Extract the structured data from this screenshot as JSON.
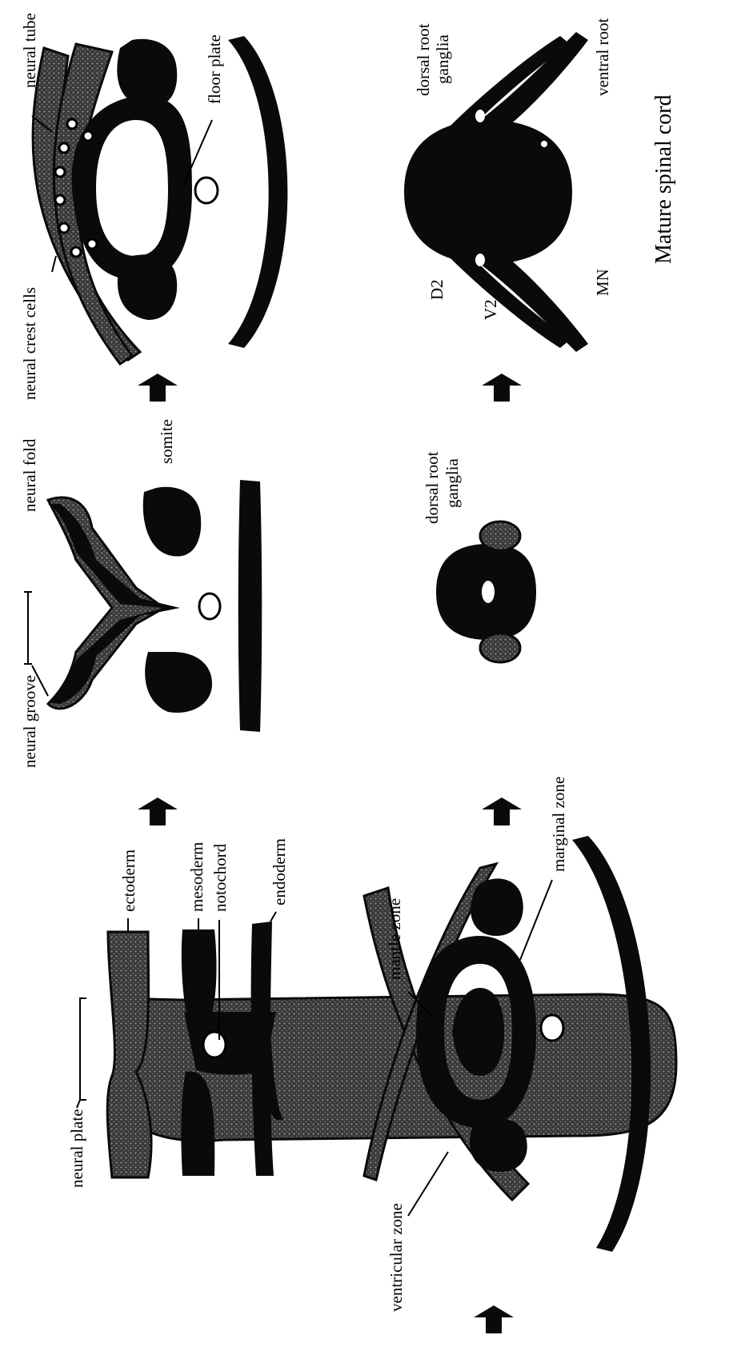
{
  "labels": {
    "neural_plate": "neural plate",
    "ectoderm": "ectoderm",
    "mesoderm": "mesoderm",
    "notochord": "notochord",
    "endoderm": "endoderm",
    "neural_groove": "neural groove",
    "neural_fold": "neural fold",
    "somite": "somite",
    "neural_crest_cells": "neural crest cells",
    "neural_tube": "neural tube",
    "floor_plate": "floor plate",
    "ventricular_zone": "ventricular zone",
    "mantle_zone": "mantle zone",
    "marginal_zone": "marginal zone",
    "dorsal_root_ganglia_mid": "dorsal root ganglia",
    "dorsal_root_ganglia_right": "dorsal root ganglia",
    "d2": "D2",
    "v2": "V2",
    "mn": "MN",
    "ventral_root": "ventral root"
  },
  "caption": "Mature spinal cord",
  "colors": {
    "ink": "#0a0a0a",
    "stipple": "#5a5a5a"
  }
}
